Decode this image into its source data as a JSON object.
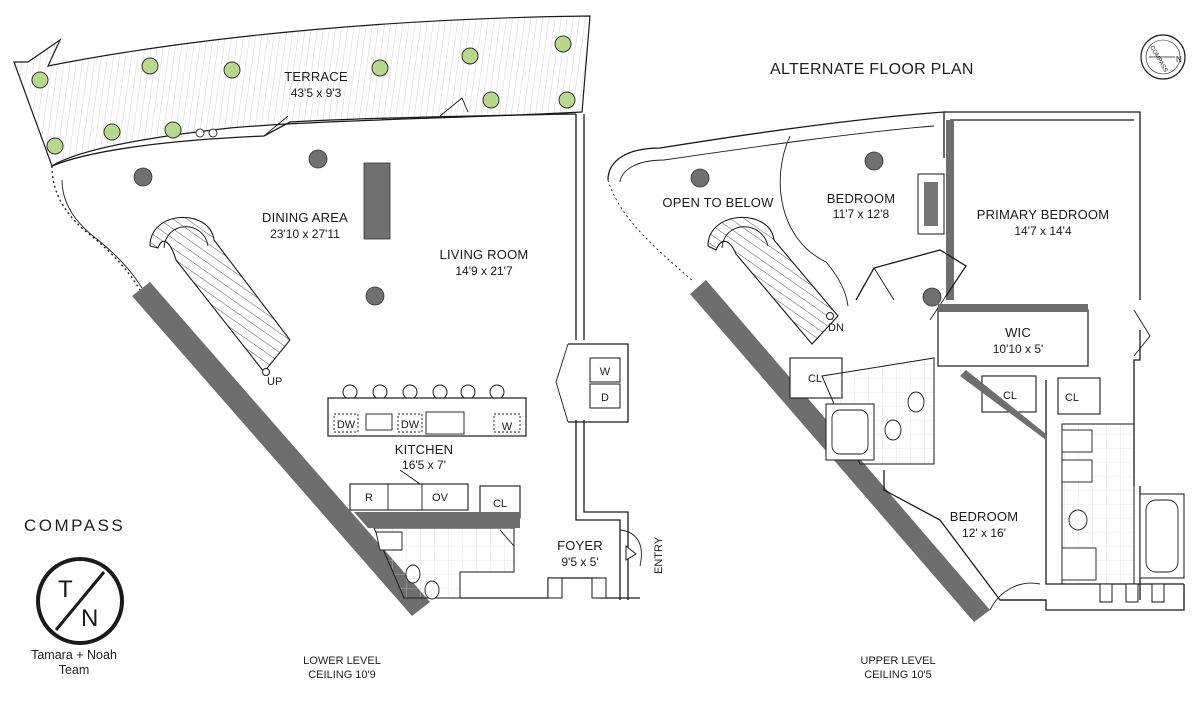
{
  "header": {
    "title": "ALTERNATE FLOOR PLAN"
  },
  "brand": {
    "wordmark": "COMPASS",
    "monogram_top": "T",
    "monogram_bottom": "N",
    "team_line1": "Tamara + Noah",
    "team_line2": "Team"
  },
  "compass": {
    "letters": "COMPASS",
    "north": "N"
  },
  "lower_level": {
    "caption_line1": "LOWER LEVEL",
    "caption_line2": "CEILING 10'9",
    "rooms": {
      "terrace": {
        "name": "TERRACE",
        "dim": "43'5 x 9'3"
      },
      "dining": {
        "name": "DINING AREA",
        "dim": "23'10 x 27'11"
      },
      "living": {
        "name": "LIVING ROOM",
        "dim": "14'9 x 21'7"
      },
      "kitchen": {
        "name": "KITCHEN",
        "dim": "16'5 x 7'"
      },
      "foyer": {
        "name": "FOYER",
        "dim": "9'5 x 5'"
      }
    },
    "labels": {
      "up": "UP",
      "entry": "ENTRY",
      "closet": "CL",
      "washer": "W",
      "dryer": "D",
      "dw1": "DW",
      "dw2": "DW",
      "wine": "W",
      "fridge": "R",
      "oven": "OV"
    }
  },
  "upper_level": {
    "caption_line1": "UPPER LEVEL",
    "caption_line2": "CEILING 10'5",
    "rooms": {
      "open": {
        "name": "OPEN TO BELOW"
      },
      "bed1": {
        "name": "BEDROOM",
        "dim": "11'7 x 12'8"
      },
      "primary": {
        "name": "PRIMARY BEDROOM",
        "dim": "14'7 x 14'4"
      },
      "wic": {
        "name": "WIC",
        "dim": "10'10 x 5'"
      },
      "bed2": {
        "name": "BEDROOM",
        "dim": "12' x 16'"
      }
    },
    "labels": {
      "dn": "DN",
      "cl1": "CL",
      "cl2": "CL",
      "cl3": "CL"
    }
  }
}
